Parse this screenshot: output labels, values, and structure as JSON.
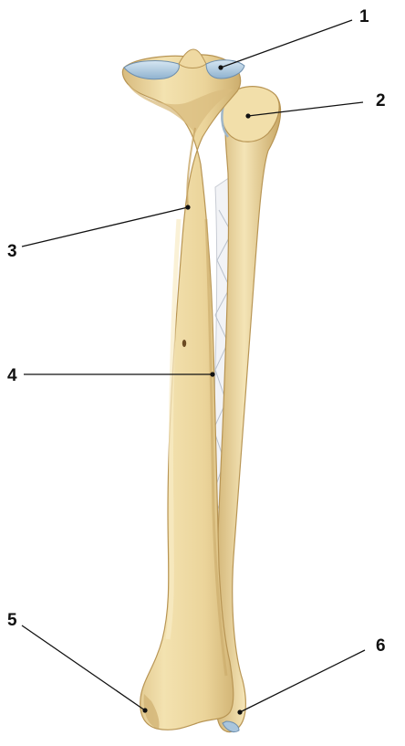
{
  "callouts": [
    {
      "number": "1"
    },
    {
      "number": "2"
    },
    {
      "number": "3"
    },
    {
      "number": "4"
    },
    {
      "number": "5"
    },
    {
      "number": "6"
    }
  ],
  "colors": {
    "bone": "#EED9A0",
    "bone_shadow": "#C9A866",
    "bone_highlight": "#F8EBC4",
    "cartilage": "#A9C5DC",
    "membrane": "#F2F3F6",
    "line": "#111111"
  }
}
